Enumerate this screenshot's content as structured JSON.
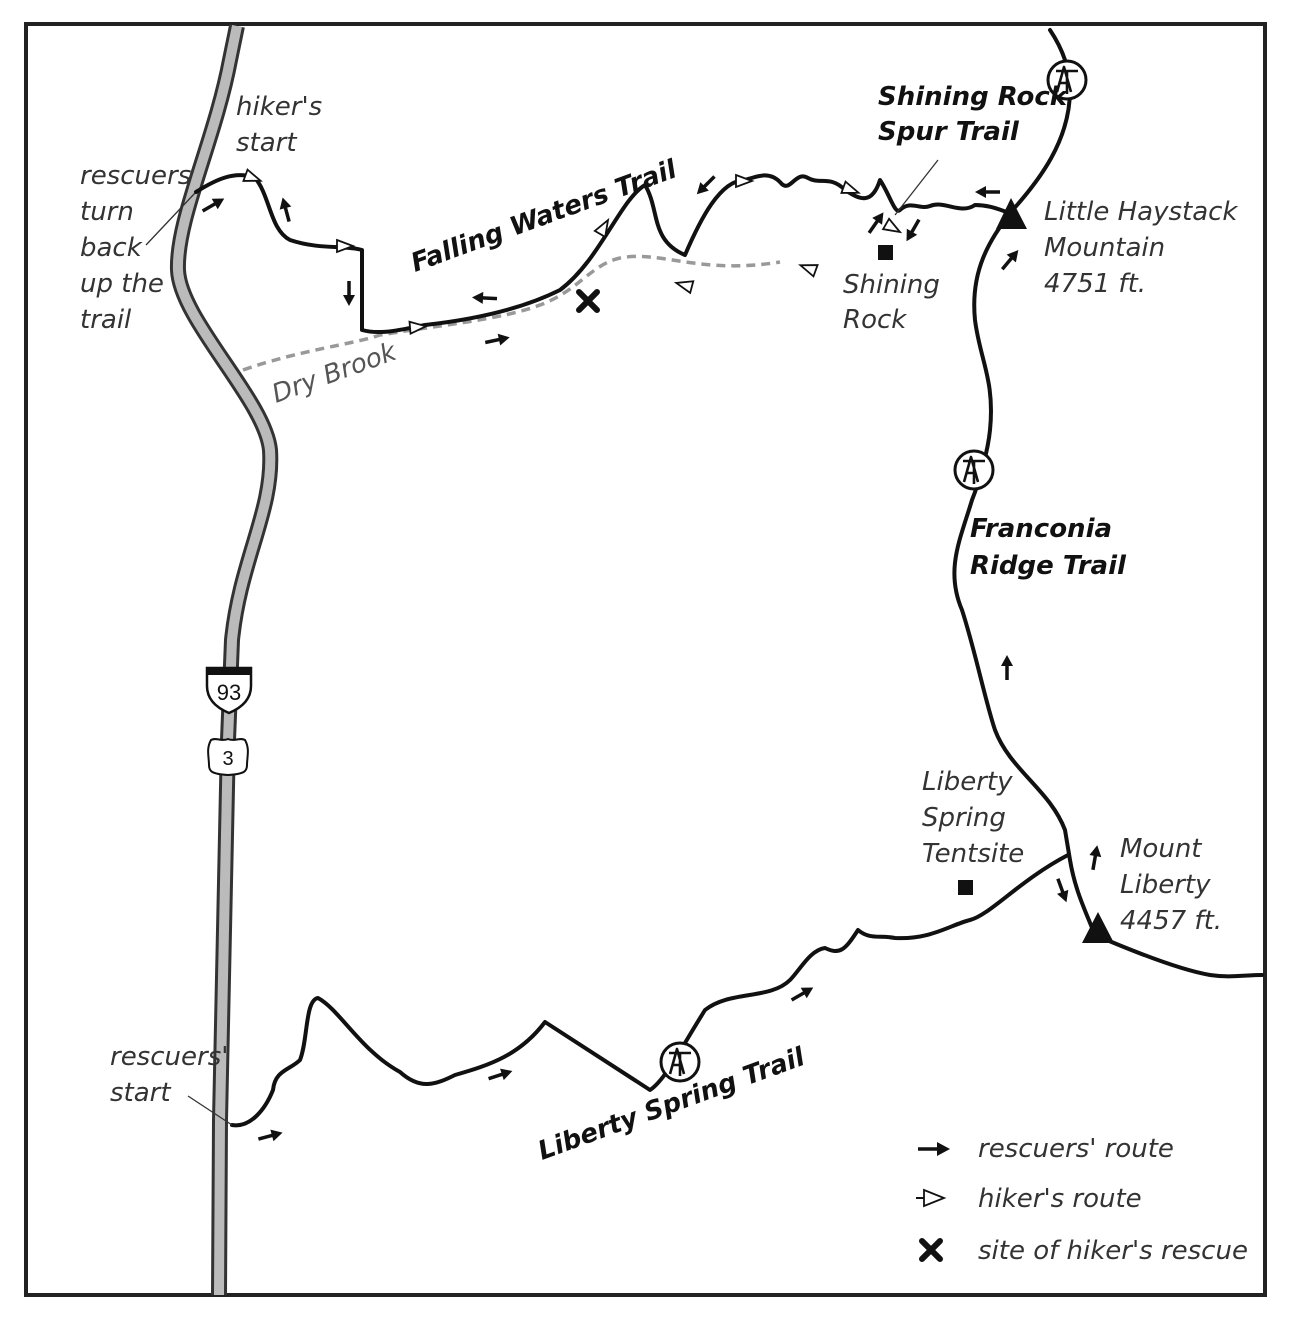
{
  "map": {
    "trails": {
      "falling_waters": "Falling Waters Trail",
      "shining_rock_spur_line1": "Shining Rock",
      "shining_rock_spur_line2": "Spur Trail",
      "franconia_ridge_line1": "Franconia",
      "franconia_ridge_line2": "Ridge Trail",
      "liberty_spring": "Liberty Spring Trail"
    },
    "water": {
      "dry_brook": "Dry Brook"
    },
    "places": {
      "shining_rock_line1": "Shining",
      "shining_rock_line2": "Rock",
      "tentsite_line1": "Liberty",
      "tentsite_line2": "Spring",
      "tentsite_line3": "Tentsite"
    },
    "peaks": {
      "little_haystack_line1": "Little Haystack",
      "little_haystack_line2": "Mountain",
      "little_haystack_elev": "4751 ft.",
      "mount_liberty_line1": "Mount",
      "mount_liberty_line2": "Liberty",
      "mount_liberty_elev": "4457 ft."
    },
    "annotations": {
      "hiker_start_line1": "hiker's",
      "hiker_start_line2": "start",
      "rescuers_turn_line1": "rescuers",
      "rescuers_turn_line2": "turn",
      "rescuers_turn_line3": "back",
      "rescuers_turn_line4": "up the",
      "rescuers_turn_line5": "trail",
      "rescuers_start_line1": "rescuers'",
      "rescuers_start_line2": "start"
    },
    "roads": {
      "interstate": "93",
      "us_route": "3"
    },
    "legend": {
      "rescuers_route": "rescuers' route",
      "hikers_route": "hiker's route",
      "rescue_site": "site of hiker's rescue"
    },
    "icons": [
      "appalachian-trail-icon",
      "peak-icon",
      "shelter-square-icon",
      "rescue-x-icon",
      "solid-arrow-icon",
      "open-arrow-icon"
    ]
  }
}
